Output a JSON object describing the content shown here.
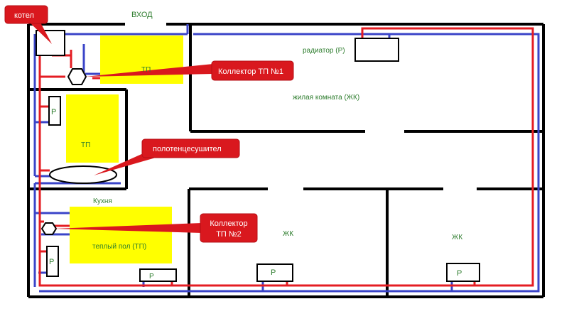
{
  "labels": {
    "entrance": "ВХОД",
    "radiator_main": "радиатор (Р)",
    "living_room": "жилая комната (ЖК)",
    "tp_top": "ТП",
    "tp_bath": "ТП",
    "kitchen": "Кухня",
    "floor_heating": "теплый пол (ТП)",
    "room_mid": "ЖК",
    "room_right": "ЖК",
    "r_bath": "Р",
    "r_kitchen": "Р",
    "r_bottom_kitchen": "Р",
    "r_bottom_mid": "Р",
    "r_bottom_right": "Р"
  },
  "callouts": {
    "boiler": "котел",
    "collector1": "Коллектор ТП №1",
    "towel_dryer": "полотенцесушител",
    "collector2_line1": "Коллектор",
    "collector2_line2": "ТП №2"
  },
  "colors": {
    "wall": "#000000",
    "pipe_red": "#e41d23",
    "pipe_blue": "#3a44c8",
    "floor_heat": "#ffff00",
    "callout_fill": "#d9181e",
    "callout_text": "#ffffff",
    "label_green": "#2e7d2e"
  }
}
